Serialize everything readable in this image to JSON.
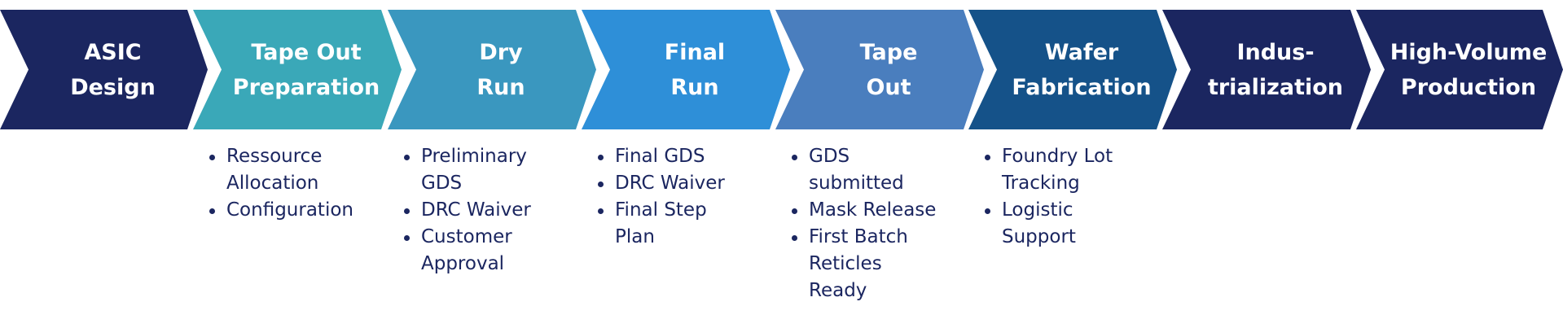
{
  "steps": [
    {
      "id": "asic-design",
      "title_lines": [
        "ASIC",
        "Design"
      ],
      "color": "#1b2660",
      "bullets": []
    },
    {
      "id": "tape-out-preparation",
      "title_lines": [
        "Tape Out",
        "Preparation"
      ],
      "color": "#3aa8b8",
      "bullets": [
        [
          "Ressource",
          "Allocation"
        ],
        [
          "Configuration"
        ]
      ]
    },
    {
      "id": "dry-run",
      "title_lines": [
        "Dry",
        "Run"
      ],
      "color": "#3a97bf",
      "bullets": [
        [
          "Preliminary",
          "GDS"
        ],
        [
          "DRC Waiver"
        ],
        [
          "Customer",
          "Approval"
        ]
      ]
    },
    {
      "id": "final-run",
      "title_lines": [
        "Final",
        "Run"
      ],
      "color": "#2e8fd8",
      "bullets": [
        [
          "Final GDS"
        ],
        [
          "DRC Waiver"
        ],
        [
          "Final Step",
          "Plan"
        ]
      ]
    },
    {
      "id": "tape-out",
      "title_lines": [
        "Tape",
        "Out"
      ],
      "color": "#4a7ebe",
      "bullets": [
        [
          "GDS",
          "submitted"
        ],
        [
          "Mask Release"
        ],
        [
          "First Batch",
          "Reticles",
          "Ready"
        ]
      ]
    },
    {
      "id": "wafer-fabrication",
      "title_lines": [
        "Wafer",
        "Fabrication"
      ],
      "color": "#155289",
      "bullets": [
        [
          "Foundry Lot",
          "Tracking"
        ],
        [
          "Logistic",
          "Support"
        ]
      ]
    },
    {
      "id": "industrialization",
      "title_lines": [
        "Indus-",
        "trialization"
      ],
      "color": "#1b2660",
      "bullets": []
    },
    {
      "id": "high-volume-production",
      "title_lines": [
        "High-Volume",
        "Production"
      ],
      "color": "#1b2660",
      "bullets": []
    }
  ]
}
